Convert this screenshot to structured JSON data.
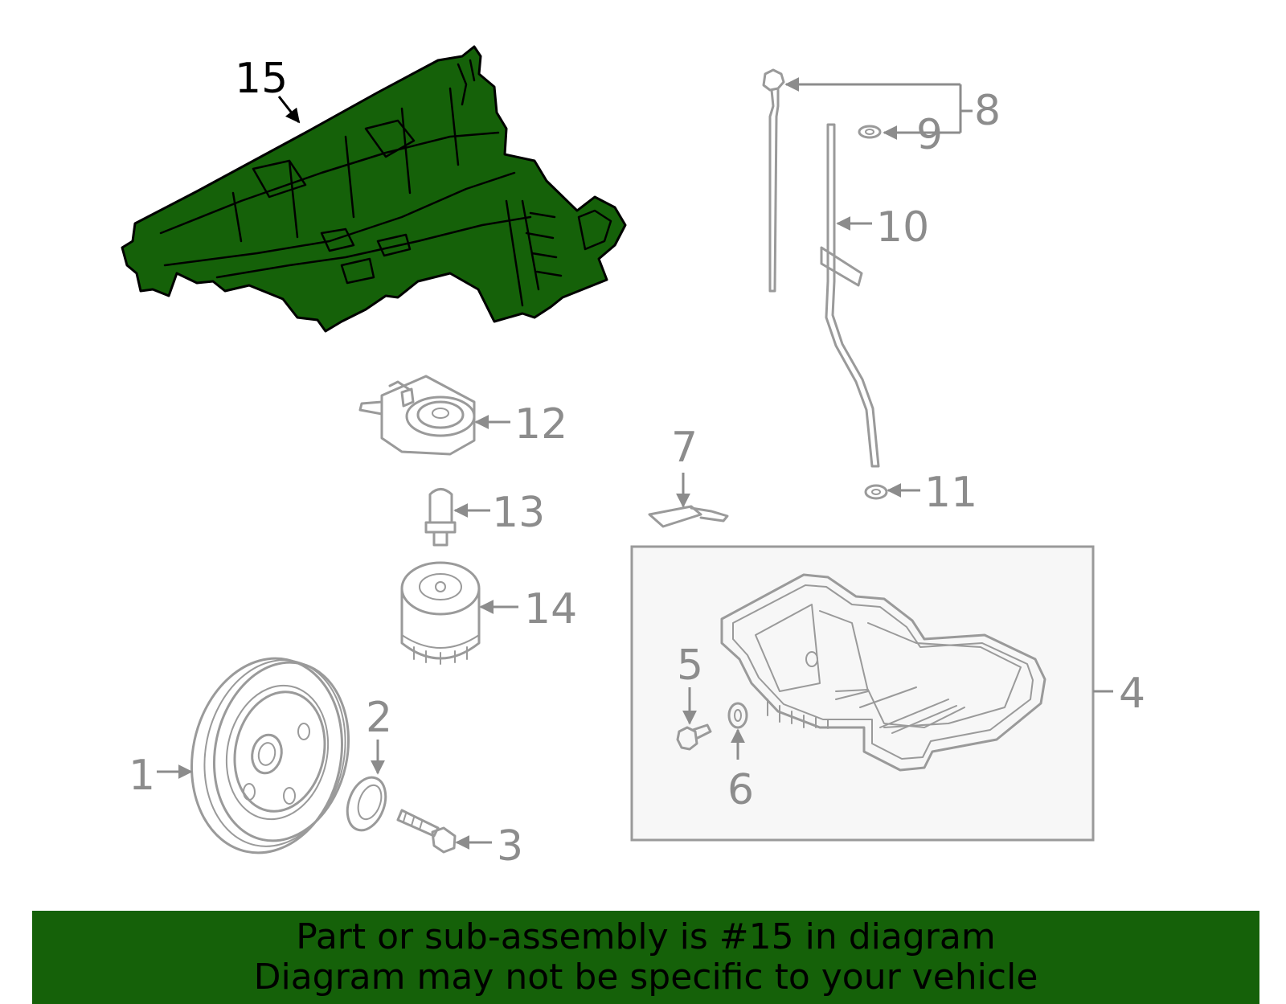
{
  "diagram": {
    "highlight_color": "#156109",
    "callouts": [
      {
        "id": "15",
        "label": "15",
        "highlighted": true
      },
      {
        "id": "8",
        "label": "8"
      },
      {
        "id": "9",
        "label": "9"
      },
      {
        "id": "10",
        "label": "10"
      },
      {
        "id": "12",
        "label": "12"
      },
      {
        "id": "7",
        "label": "7"
      },
      {
        "id": "11",
        "label": "11"
      },
      {
        "id": "13",
        "label": "13"
      },
      {
        "id": "14",
        "label": "14"
      },
      {
        "id": "5",
        "label": "5"
      },
      {
        "id": "4",
        "label": "4"
      },
      {
        "id": "2",
        "label": "2"
      },
      {
        "id": "1",
        "label": "1"
      },
      {
        "id": "6",
        "label": "6"
      },
      {
        "id": "3",
        "label": "3"
      }
    ]
  },
  "banner": {
    "line1": "Part or sub-assembly is #15 in diagram",
    "line2": "Diagram may not be specific to your vehicle",
    "background": "#156109"
  }
}
